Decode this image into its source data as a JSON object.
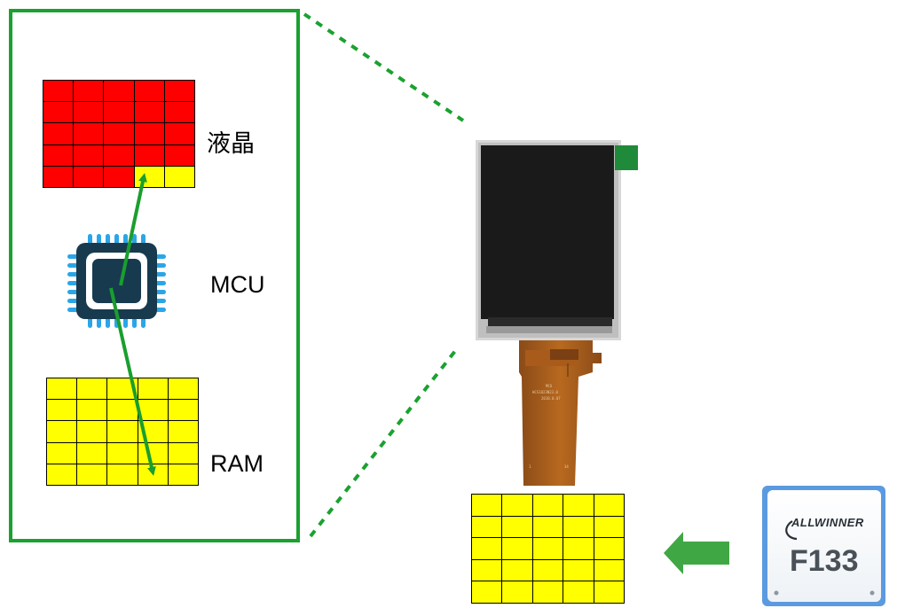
{
  "labels": {
    "lcd": "液晶",
    "mcu": "MCU",
    "ram": "RAM"
  },
  "chip": {
    "brand": "ALLWINNER",
    "model": "F133"
  },
  "colors": {
    "frame_green": "#1aa130",
    "arrow_green": "#1a9e2e",
    "block_arrow_green": "#3fa844",
    "lcd_red": "#ff0000",
    "ram_yellow": "#ffff00",
    "chip_dark": "#173a4f",
    "chip_pins": "#2aa6e8"
  },
  "grids": {
    "lcd_grid": {
      "rows": 5,
      "cols": 5,
      "highlight_cells": [
        [
          4,
          3
        ],
        [
          4,
          4
        ]
      ]
    },
    "ram_grid": {
      "rows": 5,
      "cols": 5
    },
    "buffer_grid": {
      "rows": 5,
      "cols": 5
    }
  }
}
